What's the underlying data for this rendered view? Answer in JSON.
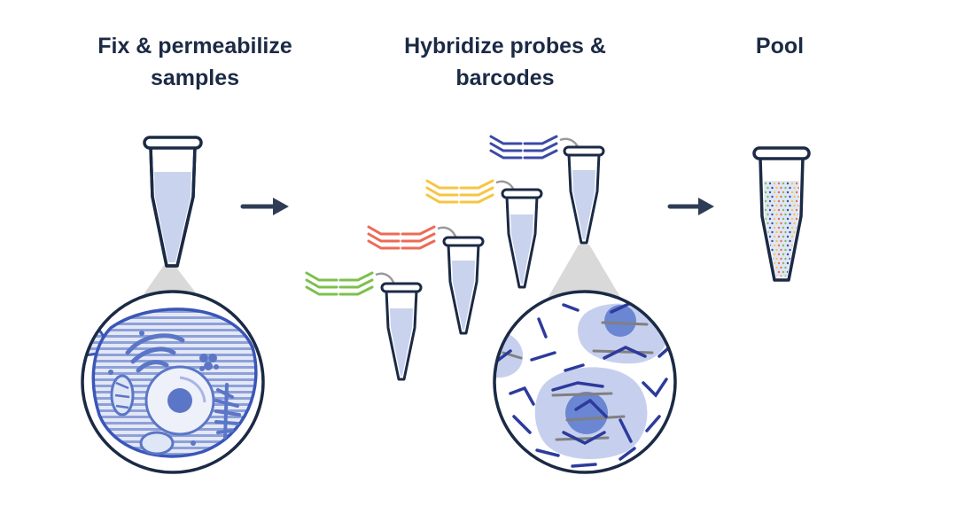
{
  "steps": [
    {
      "title_lines": [
        "Fix & permeabilize",
        "samples"
      ]
    },
    {
      "title_lines": [
        "Hybridize probes &",
        "barcodes"
      ]
    },
    {
      "title_lines": [
        "Pool"
      ]
    }
  ],
  "barcode_sets": [
    {
      "color": "#7cc04e"
    },
    {
      "color": "#ec6b56"
    },
    {
      "color": "#f6c543"
    },
    {
      "color": "#3a4aa6"
    }
  ],
  "colors": {
    "title": "#1b2a45",
    "tube_outline": "#1b2a45",
    "tube_fill": "#c9d3ee",
    "cell_blue": "#5b76c7",
    "cell_light": "#dfe6f6",
    "probe_blue": "#2c3b9c",
    "probe_gray": "#808080",
    "cone_gray": "#d9d9d9",
    "arrow": "#2f3c56"
  }
}
